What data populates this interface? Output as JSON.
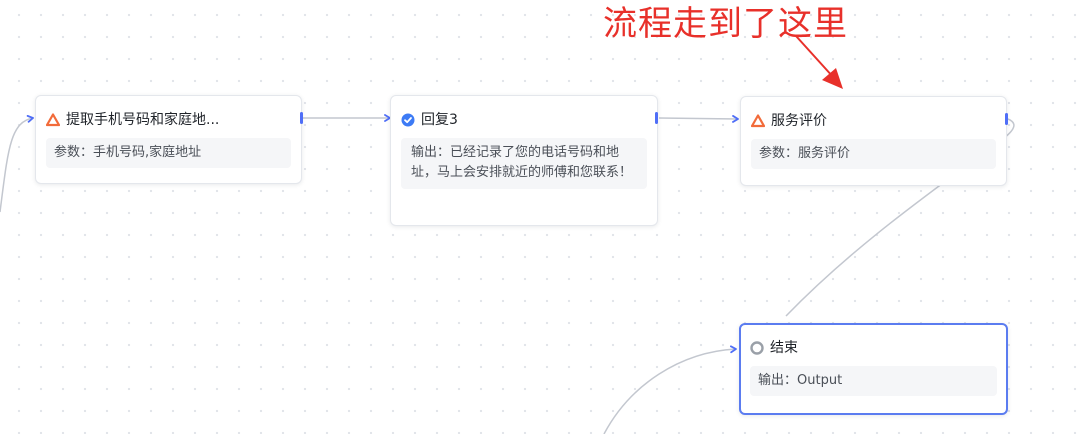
{
  "annotation": {
    "text": "流程走到了这里",
    "color": "#e8302a"
  },
  "colors": {
    "edge": "#c3c7cf",
    "edge_arrow": "#4f6ef7",
    "selected_border": "#5b7cf0",
    "intent_icon": "#f26b3a",
    "reply_icon": "#3d7bf5",
    "end_icon": "#9aa0a8"
  },
  "nodes": {
    "extract": {
      "title": "提取手机号码和家庭地...",
      "icon": "intent-triangle-icon",
      "param_label": "参数：",
      "param_value": "手机号码,家庭地址"
    },
    "reply": {
      "title": "回复3",
      "icon": "check-circle-icon",
      "output_label": "输出：",
      "output_value": "已经记录了您的电话号码和地址，马上会安排就近的师傅和您联系！"
    },
    "evaluation": {
      "title": "服务评价",
      "icon": "intent-triangle-icon",
      "param_label": "参数：",
      "param_value": "服务评价"
    },
    "end": {
      "title": "结束",
      "icon": "end-circle-icon",
      "output_label": "输出：",
      "output_value": "Output",
      "selected": true
    }
  }
}
